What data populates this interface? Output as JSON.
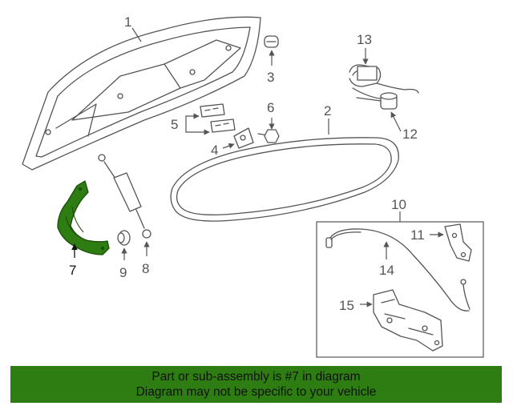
{
  "callouts": {
    "c1": "1",
    "c2": "2",
    "c3": "3",
    "c4": "4",
    "c5": "5",
    "c6": "6",
    "c7": "7",
    "c8": "8",
    "c9": "9",
    "c10": "10",
    "c11": "11",
    "c12": "12",
    "c13": "13",
    "c14": "14",
    "c15": "15"
  },
  "highlighted_part": "7",
  "colors": {
    "highlight": "#2e7d12",
    "line": "#555555",
    "banner_bg": "#2e7d12"
  },
  "banner": {
    "line1": "Part or sub-assembly is #7 in diagram",
    "line2": "Diagram may not be specific to your vehicle"
  }
}
